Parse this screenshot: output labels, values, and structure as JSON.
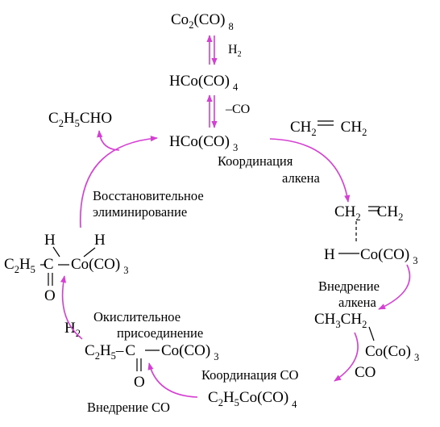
{
  "colors": {
    "arrow": "#d63fd3",
    "bond": "#000000"
  },
  "species": {
    "co2co8": [
      "Co",
      "2",
      "(CO)",
      "8"
    ],
    "hco4": [
      "HCo(CO)",
      "4"
    ],
    "hco3": [
      "HCo(CO)",
      "3"
    ],
    "ethene": [
      "CH",
      "2",
      "CH",
      "2"
    ],
    "complex_ethene": [
      "CH",
      "2",
      "CH",
      "2"
    ],
    "complex_h": "H",
    "complex_co": [
      "Co(CO)",
      "3"
    ],
    "alkyl_ch3ch2": [
      "CH",
      "3",
      "CH",
      "2"
    ],
    "alkyl_co": [
      "Co(Co)",
      "3"
    ],
    "free_co": "CO",
    "acyl": [
      "C",
      "2",
      "H",
      "5",
      "Co(CO)",
      "4"
    ],
    "acyl_co_left": [
      "C",
      "2",
      "H",
      "5",
      "–",
      "C",
      "Co(CO)",
      "3"
    ],
    "acyl_co_left_o": "O",
    "acyl_h2_left": [
      "C",
      "2",
      "H",
      "5",
      "C",
      "Co(CO)",
      "3"
    ],
    "acyl_h2_left_o": "O",
    "acyl_h2_h_left": "H",
    "acyl_h2_h_right": "H",
    "product": [
      "C",
      "2",
      "H",
      "5",
      "CHO"
    ],
    "h2_reagent": [
      "H",
      "2"
    ]
  },
  "reagents": {
    "h2_top": [
      "H",
      "2"
    ],
    "minus_co": "–CO"
  },
  "labels": {
    "alkene_coordination": [
      "Координация",
      "алкена"
    ],
    "alkene_insertion": [
      "Внедрение",
      "алкена"
    ],
    "co_coordination": "Координация CO",
    "co_insertion": "Внедрение CO",
    "oxidative_addition": [
      "Окислительное",
      "присоединение"
    ],
    "reductive_elimination": [
      "Восстановительное",
      "элиминирование"
    ]
  }
}
